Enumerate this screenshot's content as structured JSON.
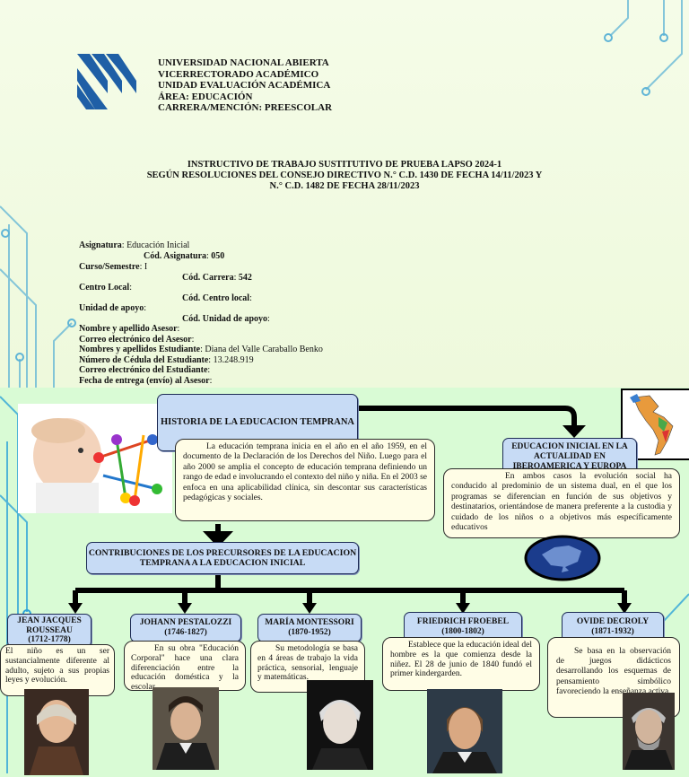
{
  "header": {
    "lines": [
      "UNIVERSIDAD NACIONAL ABIERTA",
      "VICERRECTORADO ACADÉMICO",
      "UNIDAD EVALUACIÓN ACADÉMICA",
      "ÁREA: EDUCACIÓN",
      "CARRERA/MENCIÓN: PREESCOLAR"
    ]
  },
  "title": {
    "line1": "INSTRUCTIVO DE TRABAJO SUSTITUTIVO DE PRUEBA LAPSO 2024-1",
    "line2": "SEGÚN RESOLUCIONES DEL CONSEJO DIRECTIVO N.° C.D. 1430 DE FECHA 14/11/2023 Y",
    "line3": "N.° C.D. 1482 DE FECHA 28/11/2023"
  },
  "fields": {
    "asignatura_label": "Asignatura",
    "asignatura_value": "Educación Inicial",
    "cod_asignatura_label": "Cód. Asignatura",
    "cod_asignatura_value": "050",
    "curso_label": "Curso/Semestre",
    "curso_value": "I",
    "cod_carrera_label": "Cód. Carrera",
    "cod_carrera_value": "542",
    "centro_local_label": "Centro Local",
    "cod_centro_label": "Cód. Centro local",
    "unidad_label": "Unidad de apoyo",
    "cod_unidad_label": "Cód. Unidad de apoyo",
    "asesor_label": "Nombre y apellido Asesor",
    "correo_asesor_label": "Correo electrónico del Asesor",
    "estudiante_label": "Nombres y apellidos Estudiante",
    "estudiante_value": "Diana del Valle Caraballo Benko",
    "cedula_label": "Número de Cédula del Estudiante",
    "cedula_value": "13.248.919",
    "correo_estudiante_label": "Correo electrónico del Estudiante",
    "fecha_label": "Fecha de entrega (envío) al Asesor"
  },
  "map": {
    "main_title": "HISTORIA DE LA EDUCACION TEMPRANA",
    "main_text": "La educación temprana inicia en el año en el año 1959, en el documento de la Declaración de los Derechos del Niño. Luego para el año 2000 se amplia el concepto de educación temprana definiendo un rango de edad e involucrando el contexto del niño y niña. En el 2003 se enfoca en una aplicabilidad clínica, sin descontar sus características pedagógicas y sociales.",
    "ibero_title": "EDUCACION INICIAL EN LA ACTUALIDAD EN IBEROAMERICA Y EUROPA",
    "ibero_text": "En ambos casos la evolución social ha conducido al predominio de un sistema dual, en el que los programas se diferencian en función de sus objetivos y destinatarios, orientándose de manera preferente a la custodia y cuidado de los niños o a objetivos más específicamente educativos",
    "contrib_title": "CONTRIBUCIONES DE LOS PRECURSORES DE LA EDUCACION TEMPRANA A LA EDUCACION INICIAL",
    "precursors": [
      {
        "name": "JEAN JACQUES ROUSSEAU",
        "years": "(1712-1778)",
        "text": "El niño es un ser sustancialmente diferente al adulto, sujeto a sus propias leyes y evolución."
      },
      {
        "name": "JOHANN PESTALOZZI",
        "years": "(1746-1827)",
        "text": "En su obra \"Educación Corporal\" hace una clara diferenciación entre la educación doméstica y la escolar."
      },
      {
        "name": "MARÍA MONTESSORI",
        "years": "(1870-1952)",
        "text": "Su metodología se basa en 4 áreas de trabajo la vida práctica, sensorial, lenguaje y matemáticas."
      },
      {
        "name": "FRIEDRICH FROEBEL",
        "years": "(1800-1802)",
        "text": "Establece que la educación ideal del hombre es la que comienza desde la niñez. El 28 de junio de 1840 fundó el primer kindergarden."
      },
      {
        "name": "OVIDE DECROLY",
        "years": "(1871-1932)",
        "text": "Se basa en la observación de juegos didácticos desarrollando los esquemas de pensamiento simbólico favoreciendo la enseñanza activa."
      }
    ]
  },
  "colors": {
    "accent": "#1f5fa6",
    "box_fill": "#c7dbf5",
    "note_fill": "#fffde6",
    "map_bg": "#d9fbd5"
  }
}
